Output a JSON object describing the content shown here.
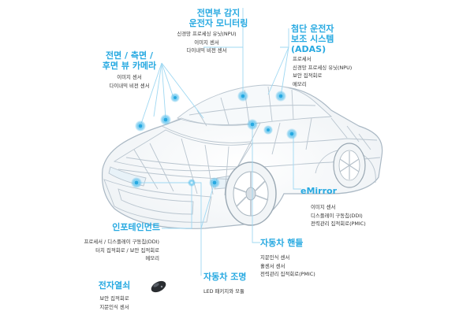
{
  "colors": {
    "accent": "#27a9e1",
    "leader_line": "#9fd8f2",
    "body_text": "#333333",
    "car_wire": "#c9d3dc"
  },
  "callouts": {
    "driver_monitor": {
      "title_lines": [
        "전면부 감지",
        "운전자 모니터링"
      ],
      "items": [
        "신경망 프로세싱 유닛(NPU)",
        "이미지 센서",
        "다이내믹 비전 센서"
      ]
    },
    "adas": {
      "title_lines": [
        "첨단 운전자",
        "보조 시스템",
        "(ADAS)"
      ],
      "items": [
        "프로세서",
        "신경망 프로세싱 유닛(NPU)",
        "보안 집적회로",
        "메모리"
      ]
    },
    "view_camera": {
      "title_lines": [
        "전면 / 측면 /",
        "후면 뷰 카메라"
      ],
      "items": [
        "이미지 센서",
        "다이내믹 비전 센서"
      ]
    },
    "emirror": {
      "title_lines": [
        "eMirror"
      ],
      "items": [
        "이미지 센서",
        "디스플레이 구동칩(DDI)",
        "전력관리 집적회로(PMIC)"
      ]
    },
    "infotainment": {
      "title_lines": [
        "인포테인먼트"
      ],
      "items": [
        "프로세서 / 디스플레이 구동칩(DDI)",
        "터치 집적회로 / 보안 집적회로",
        "메모리"
      ]
    },
    "steering": {
      "title_lines": [
        "자동차 핸들"
      ],
      "items": [
        "지문인식 센서",
        "홀센서 센서",
        "전력관리 집적회로(PMIC)"
      ]
    },
    "lighting": {
      "title_lines": [
        "자동차 조명"
      ],
      "items": [
        "LED 패키지와 모듈"
      ]
    },
    "smart_key": {
      "title_lines": [
        "전자열쇠"
      ],
      "items": [
        "보안 집적회로",
        "지문인식 센서"
      ]
    }
  }
}
